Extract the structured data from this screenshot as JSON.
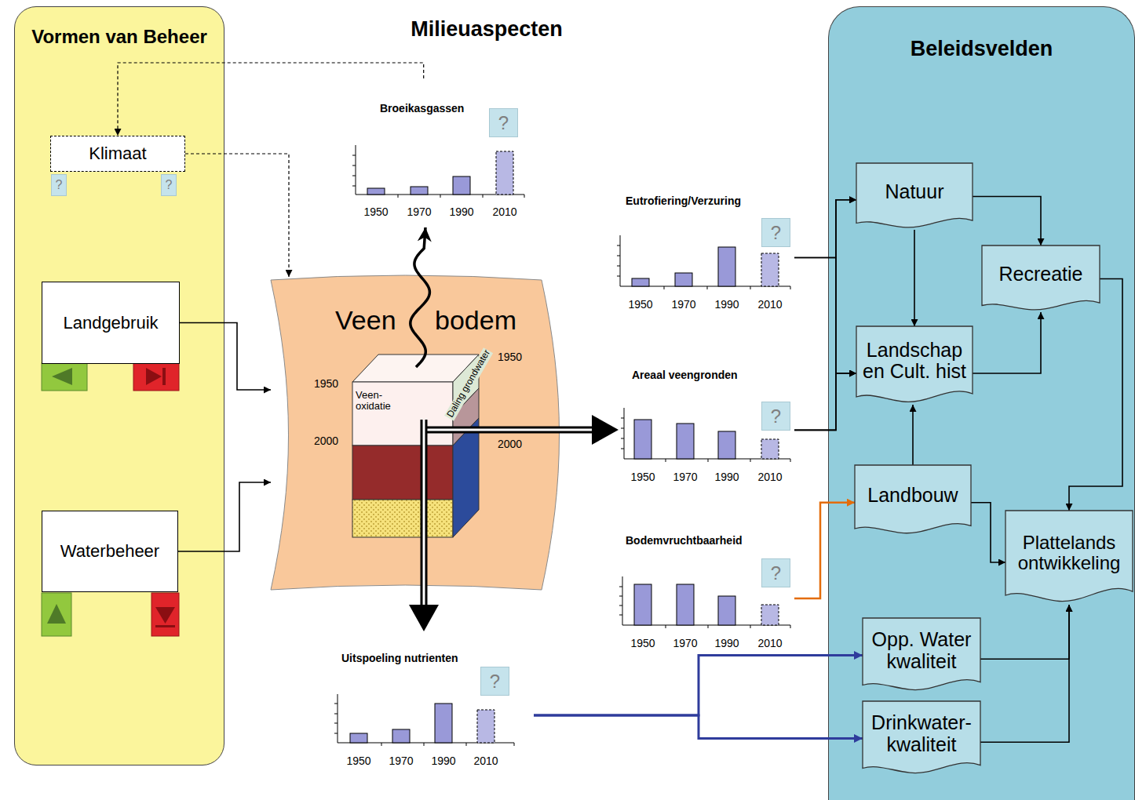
{
  "diagram": {
    "nodes": [
      {
        "text": [
          "Vormen van Beheer"
        ]
      },
      {
        "text": [
          "Klimaat"
        ],
        "in": 0
      },
      {
        "text": [
          "Landgebruik"
        ],
        "in": 0
      },
      {
        "text": [
          "Waterbeheer"
        ],
        "in": 0
      },
      {
        "text": [
          "Veen bodem"
        ]
      },
      {
        "text": [
          "Broeikasgassen"
        ]
      },
      {
        "text": [
          "Eutrofiering/Verzuring"
        ]
      },
      {
        "text": [
          "Areaal veengronden"
        ]
      },
      {
        "text": [
          "Bodemvruchtbaarheid"
        ]
      },
      {
        "text": [
          "Uitspoeling nutrienten"
        ]
      },
      {
        "text": [
          "Beleidsvelden"
        ]
      },
      {
        "text": [
          "Natuur"
        ],
        "in": 10
      },
      {
        "text": [
          "Recreatie"
        ],
        "in": 10
      },
      {
        "text": [
          "Landschap en Cult. hist"
        ],
        "in": 10
      },
      {
        "text": [
          "Landbouw"
        ],
        "in": 10
      },
      {
        "text": [
          "Plattelands ontwikkeling"
        ],
        "in": 10
      },
      {
        "text": [
          "Opp. Water kwaliteit"
        ],
        "in": 10
      },
      {
        "text": [
          "Drinkwater-kwaliteit"
        ],
        "in": 10
      }
    ],
    "edges": [
      {
        "from": 5,
        "to": 1,
        "arrow": "to"
      },
      {
        "from": 1,
        "to": 4,
        "arrow": "to"
      },
      {
        "from": 2,
        "to": 4,
        "arrow": "to"
      },
      {
        "from": 3,
        "to": 4,
        "arrow": "to"
      },
      {
        "from": 4,
        "to": 5,
        "arrow": "to"
      },
      {
        "from": 4,
        "to": 7,
        "arrow": "to"
      },
      {
        "from": 4,
        "to": 9,
        "arrow": "to"
      },
      {
        "from": 6,
        "to": 11,
        "arrow": "to"
      },
      {
        "from": 6,
        "to": 13,
        "arrow": "to"
      },
      {
        "from": 7,
        "to": 11,
        "arrow": "to"
      },
      {
        "from": 7,
        "to": 13,
        "arrow": "to"
      },
      {
        "from": 8,
        "to": 14,
        "arrow": "to"
      },
      {
        "from": 9,
        "to": 16,
        "arrow": "to"
      },
      {
        "from": 9,
        "to": 17,
        "arrow": "to"
      },
      {
        "from": 11,
        "to": 12,
        "arrow": "to"
      },
      {
        "from": 11,
        "to": 13,
        "arrow": "to"
      },
      {
        "from": 13,
        "to": 12,
        "arrow": "to"
      },
      {
        "from": 14,
        "to": 13,
        "arrow": "to"
      },
      {
        "from": 12,
        "to": 15,
        "arrow": "to"
      },
      {
        "from": 14,
        "to": 15,
        "arrow": "to"
      },
      {
        "from": 16,
        "to": 15,
        "arrow": "to"
      },
      {
        "from": 17,
        "to": 15,
        "arrow": "to"
      }
    ],
    "labels": [
      "Milieuaspecten",
      "?",
      "?",
      "?",
      "1950",
      "1970",
      "1990",
      "2010",
      "?",
      "1950",
      "1970",
      "1990",
      "2010",
      "?",
      "1950",
      "1970",
      "1990",
      "2010",
      "?",
      "1950",
      "1970",
      "1990",
      "2010",
      "?",
      "1950",
      "1970",
      "1990",
      "2010",
      "1950",
      "1950",
      "2000",
      "2000",
      "Veen-oxidatie",
      "Daling grondwater"
    ]
  }
}
